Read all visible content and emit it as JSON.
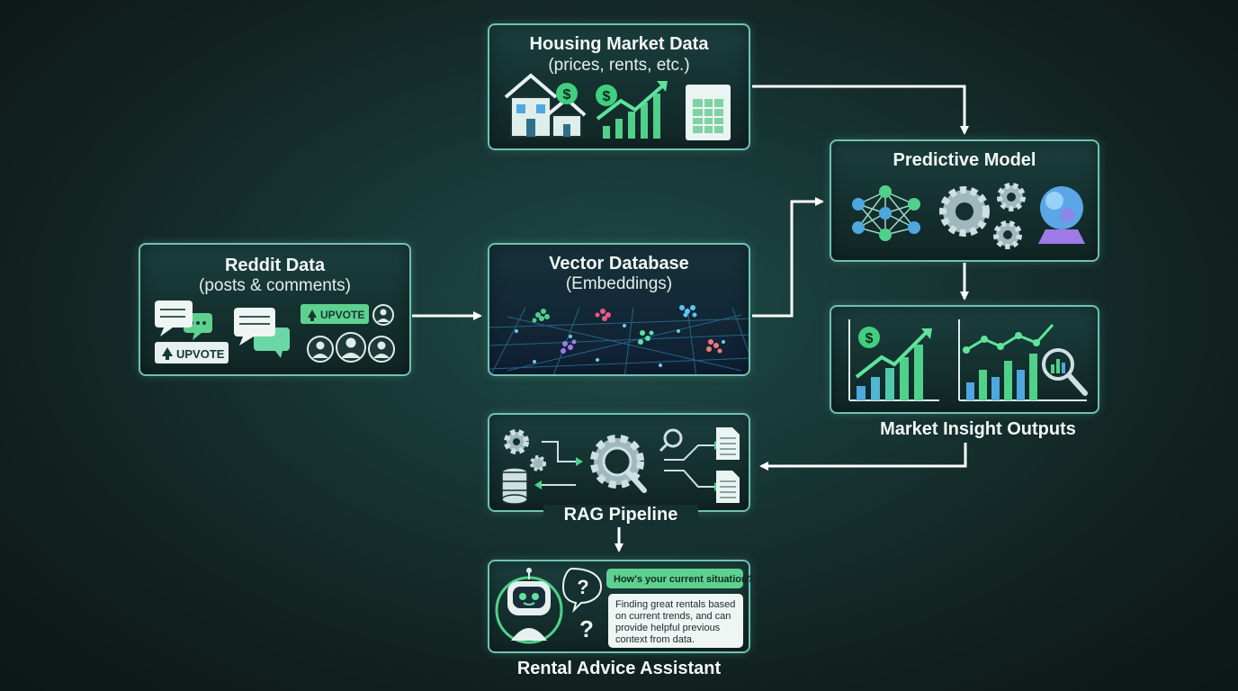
{
  "nodes": {
    "housing": {
      "title": "Housing Market Data",
      "subtitle": "(prices, rents, etc.)"
    },
    "reddit": {
      "title": "Reddit Data",
      "subtitle": "(posts & comments)",
      "upvote": "UPVOTE"
    },
    "vector": {
      "title": "Vector Database",
      "subtitle": "(Embeddings)"
    },
    "predictive": {
      "title": "Predictive Model"
    },
    "insights": {
      "caption": "Market Insight Outputs"
    },
    "rag": {
      "caption": "RAG Pipeline"
    },
    "assistant": {
      "caption": "Rental Advice Assistant",
      "question": "How's your current situation?",
      "answer_lines": [
        "Finding great rentals based",
        "on current trends, and can",
        "provide helpful previous",
        "context from data."
      ]
    }
  },
  "colors": {
    "accent": "#6fc2b3",
    "green": "#4fd18a",
    "blue": "#5aa6e6",
    "purple": "#a07ae8",
    "arrow": "#ffffff"
  }
}
